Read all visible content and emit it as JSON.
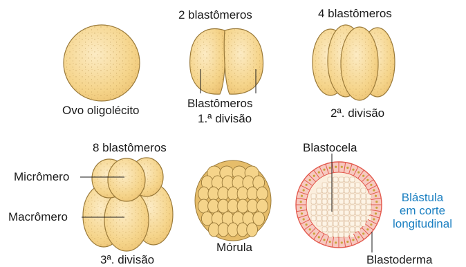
{
  "labels": {
    "ovo": "Ovo oligolécito",
    "two_cells": "2 blastômeros",
    "four_cells": "4 blastômeros",
    "blastomeros": "Blastômeros",
    "first_division": "1.ª divisão",
    "second_division": "2ª. divisão",
    "eight_cells": "8 blastômeros",
    "micromero": "Micrômero",
    "macromero": "Macrômero",
    "third_division": "3ª. divisão",
    "morula": "Mórula",
    "blastocela": "Blastocela",
    "blastula_line1": "Blástula",
    "blastula_line2": "em corte",
    "blastula_line3": "longitudinal",
    "blastoderma": "Blastoderma"
  },
  "colors": {
    "cell_fill": "#f5d48a",
    "cell_light": "#fbe9bf",
    "cell_outline": "#9a7a3a",
    "speckle": "#b08a46",
    "blastoderm_fill": "#f7c9c0",
    "blastoderm_outline": "#e35a4e",
    "caption_blue": "#1a7fc1"
  }
}
